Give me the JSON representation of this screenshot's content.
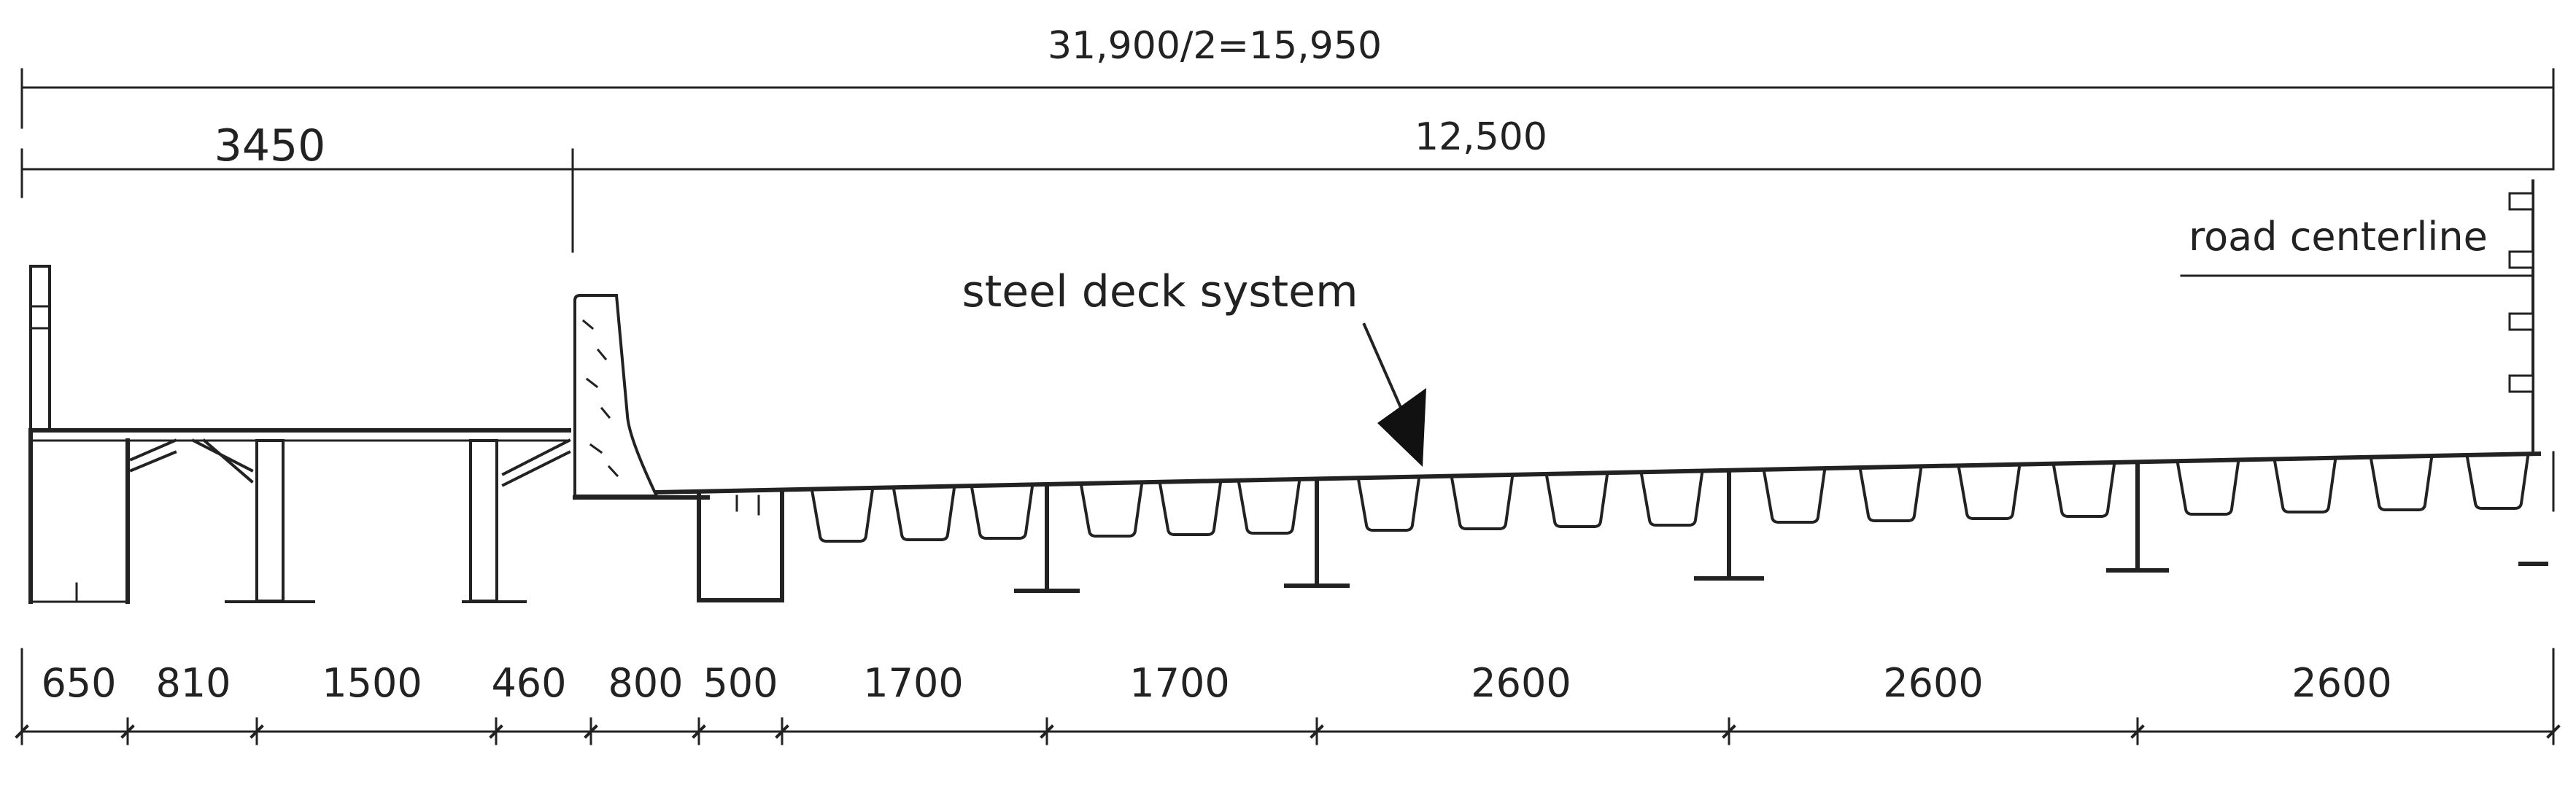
{
  "dimensions": {
    "overall": "31,900/2=15,950",
    "left_zone": "3450",
    "right_zone": "12,500",
    "bottom": [
      "650",
      "810",
      "1500",
      "460",
      "800",
      "500",
      "1700",
      "1700",
      "2600",
      "2600",
      "2600"
    ]
  },
  "labels": {
    "steel_deck": "steel deck system",
    "road_centerline": "road centerline"
  },
  "colors": {
    "line": "#222222",
    "background": "#ffffff"
  }
}
